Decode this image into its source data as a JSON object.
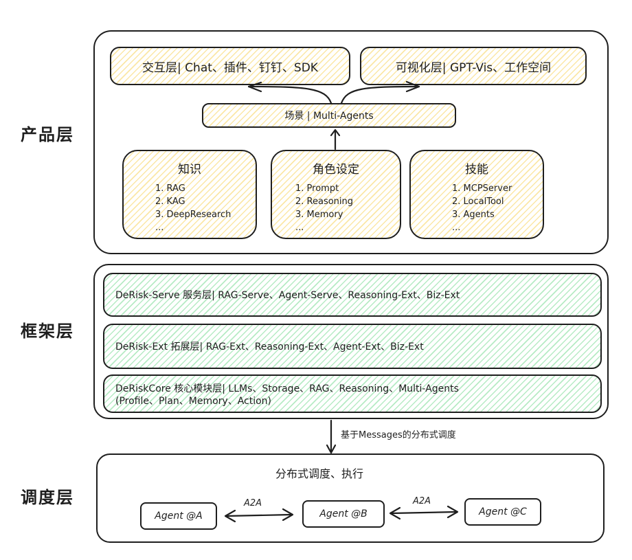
{
  "layers": {
    "product": "产品层",
    "framework": "框架层",
    "scheduling": "调度层"
  },
  "product": {
    "interaction": "交互层| Chat、插件、钉钉、SDK",
    "visualization": "可视化层| GPT-Vis、工作空间",
    "scene": "场景 | Multi-Agents",
    "cards": [
      {
        "title": "知识",
        "items": [
          "1. RAG",
          "2. KAG",
          "3. DeepResearch",
          "..."
        ]
      },
      {
        "title": "角色设定",
        "items": [
          "1.  Prompt",
          "2. Reasoning",
          "3. Memory",
          "..."
        ]
      },
      {
        "title": "技能",
        "items": [
          "1. MCPServer",
          "2. LocalTool",
          "3. Agents",
          "..."
        ]
      }
    ]
  },
  "framework": {
    "serve": "DeRisk-Serve 服务层| RAG-Serve、Agent-Serve、Reasoning-Ext、Biz-Ext",
    "ext": "DeRisk-Ext 拓展层| RAG-Ext、Reasoning-Ext、Agent-Ext、Biz-Ext",
    "core_line1": "DeRiskCore 核心模块层| LLMs、Storage、RAG、Reasoning、Multi-Agents",
    "core_line2": "(Profile、Plan、Memory、Action)"
  },
  "connector": {
    "label": "基于Messages的分布式调度"
  },
  "scheduling": {
    "title": "分布式调度、执行",
    "agents": [
      "Agent @A",
      "Agent @B",
      "Agent @C"
    ],
    "links": [
      "A2A",
      "A2A"
    ]
  }
}
